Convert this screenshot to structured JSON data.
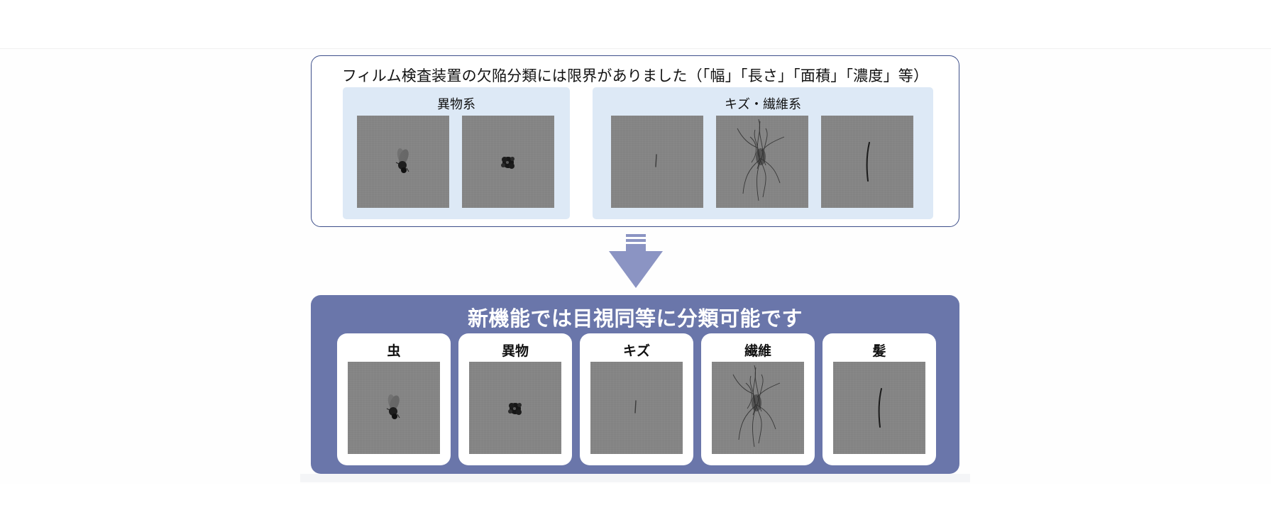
{
  "top": {
    "title": "フィルム検査装置の欠陥分類には限界がありました（「幅」「長さ」「面積」「濃度」等）",
    "groups": [
      {
        "label": "異物系"
      },
      {
        "label": "キズ・繊維系"
      }
    ]
  },
  "bottom": {
    "title": "新機能では目視同等に分類可能です",
    "cards": [
      {
        "label": "虫"
      },
      {
        "label": "異物"
      },
      {
        "label": "キズ"
      },
      {
        "label": "繊維"
      },
      {
        "label": "髪"
      }
    ]
  },
  "colors": {
    "top_border": "#3d4f8a",
    "group_bg": "#dde9f6",
    "bottom_bg": "#6a76aa",
    "arrow": "#8b94c3",
    "thumb_bg": "#858585"
  }
}
